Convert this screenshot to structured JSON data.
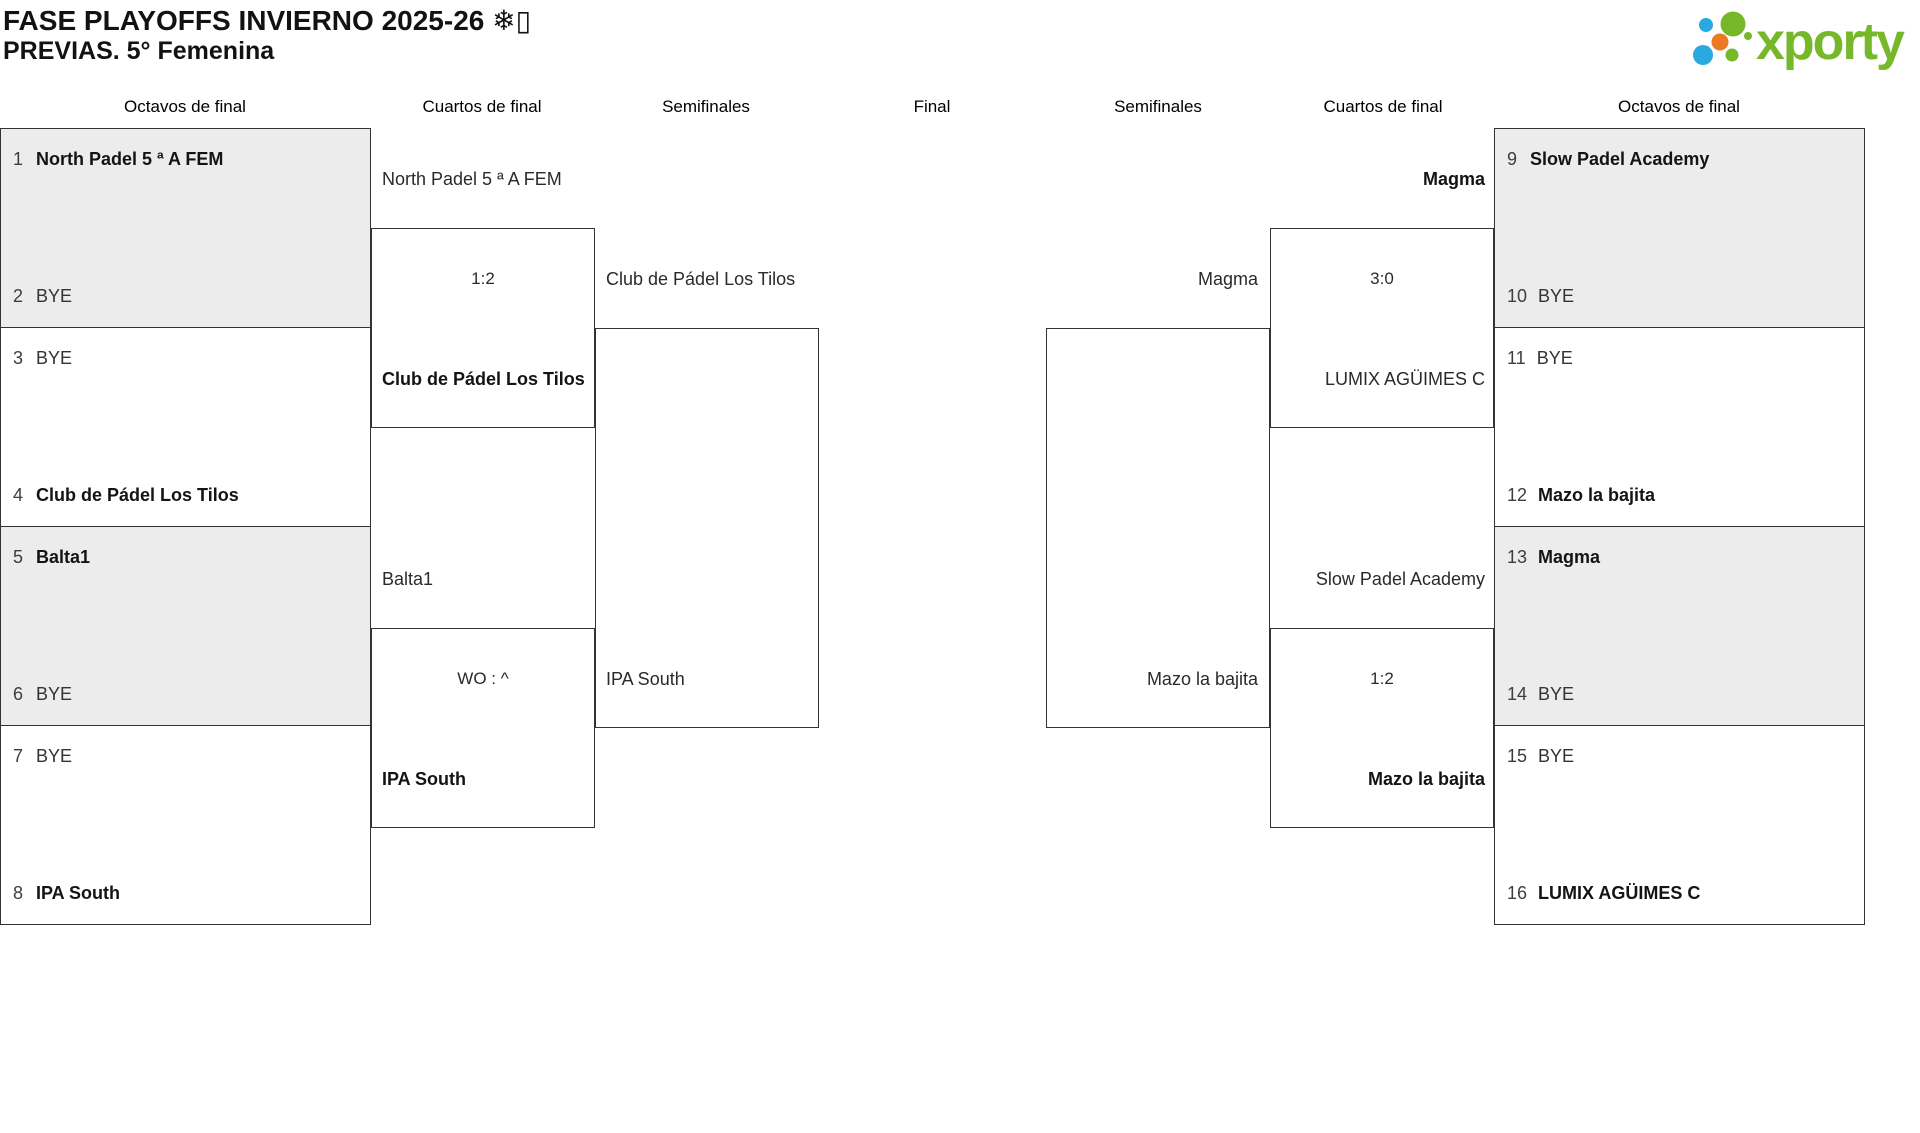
{
  "title": "FASE PLAYOFFS INVIERNO 2025-26 ❄▯",
  "subtitle": "PREVIAS. 5° Femenina",
  "logo": {
    "text": "xporty",
    "green": "#76b82a",
    "blue": "#2aa9e0",
    "orange": "#ec7a23"
  },
  "round_headers": [
    "Octavos de final",
    "Cuartos de final",
    "Semifinales",
    "Final",
    "Semifinales",
    "Cuartos de final",
    "Octavos de final"
  ],
  "seed_boxes": [
    {
      "shaded": true,
      "top": {
        "seed": "1",
        "name": "North Padel 5 ª A FEM",
        "team": true
      },
      "bottom": {
        "seed": "2",
        "name": "BYE",
        "team": false
      }
    },
    {
      "shaded": false,
      "top": {
        "seed": "3",
        "name": "BYE",
        "team": false
      },
      "bottom": {
        "seed": "4",
        "name": "Club de Pádel Los Tilos",
        "team": true
      }
    },
    {
      "shaded": true,
      "top": {
        "seed": "5",
        "name": "Balta1",
        "team": true
      },
      "bottom": {
        "seed": "6",
        "name": "BYE",
        "team": false
      }
    },
    {
      "shaded": false,
      "top": {
        "seed": "7",
        "name": "BYE",
        "team": false
      },
      "bottom": {
        "seed": "8",
        "name": "IPA South",
        "team": true
      }
    },
    {
      "shaded": true,
      "top": {
        "seed": "9",
        "name": "Slow Padel Academy",
        "team": true
      },
      "bottom": {
        "seed": "10",
        "name": "BYE",
        "team": false
      }
    },
    {
      "shaded": false,
      "top": {
        "seed": "11",
        "name": "BYE",
        "team": false
      },
      "bottom": {
        "seed": "12",
        "name": "Mazo la bajita",
        "team": true
      }
    },
    {
      "shaded": true,
      "top": {
        "seed": "13",
        "name": "Magma",
        "team": true
      },
      "bottom": {
        "seed": "14",
        "name": "BYE",
        "team": false
      }
    },
    {
      "shaded": false,
      "top": {
        "seed": "15",
        "name": "BYE",
        "team": false
      },
      "bottom": {
        "seed": "16",
        "name": "LUMIX AGÜIMES C",
        "team": true
      }
    }
  ],
  "quarterfinals": [
    {
      "side": "left",
      "top": {
        "name": "North Padel 5 ª A FEM",
        "winner": false
      },
      "score": "1:2",
      "bottom": {
        "name": "Club de Pádel Los Tilos",
        "winner": true
      }
    },
    {
      "side": "left",
      "top": {
        "name": "Balta1",
        "winner": false
      },
      "score": "WO : ^",
      "bottom": {
        "name": "IPA South",
        "winner": true
      }
    },
    {
      "side": "right",
      "top": {
        "name": "Magma",
        "winner": true
      },
      "score": "3:0",
      "bottom": {
        "name": "LUMIX AGÜIMES C",
        "winner": false
      }
    },
    {
      "side": "right",
      "top": {
        "name": "Slow Padel Academy",
        "winner": false
      },
      "score": "1:2",
      "bottom": {
        "name": "Mazo la bajita",
        "winner": true
      }
    }
  ],
  "semifinals": [
    {
      "side": "left",
      "top": {
        "name": "Club de Pádel Los Tilos"
      },
      "bottom": {
        "name": "IPA South"
      }
    },
    {
      "side": "right",
      "top": {
        "name": "Magma"
      },
      "bottom": {
        "name": "Mazo la bajita"
      }
    }
  ]
}
